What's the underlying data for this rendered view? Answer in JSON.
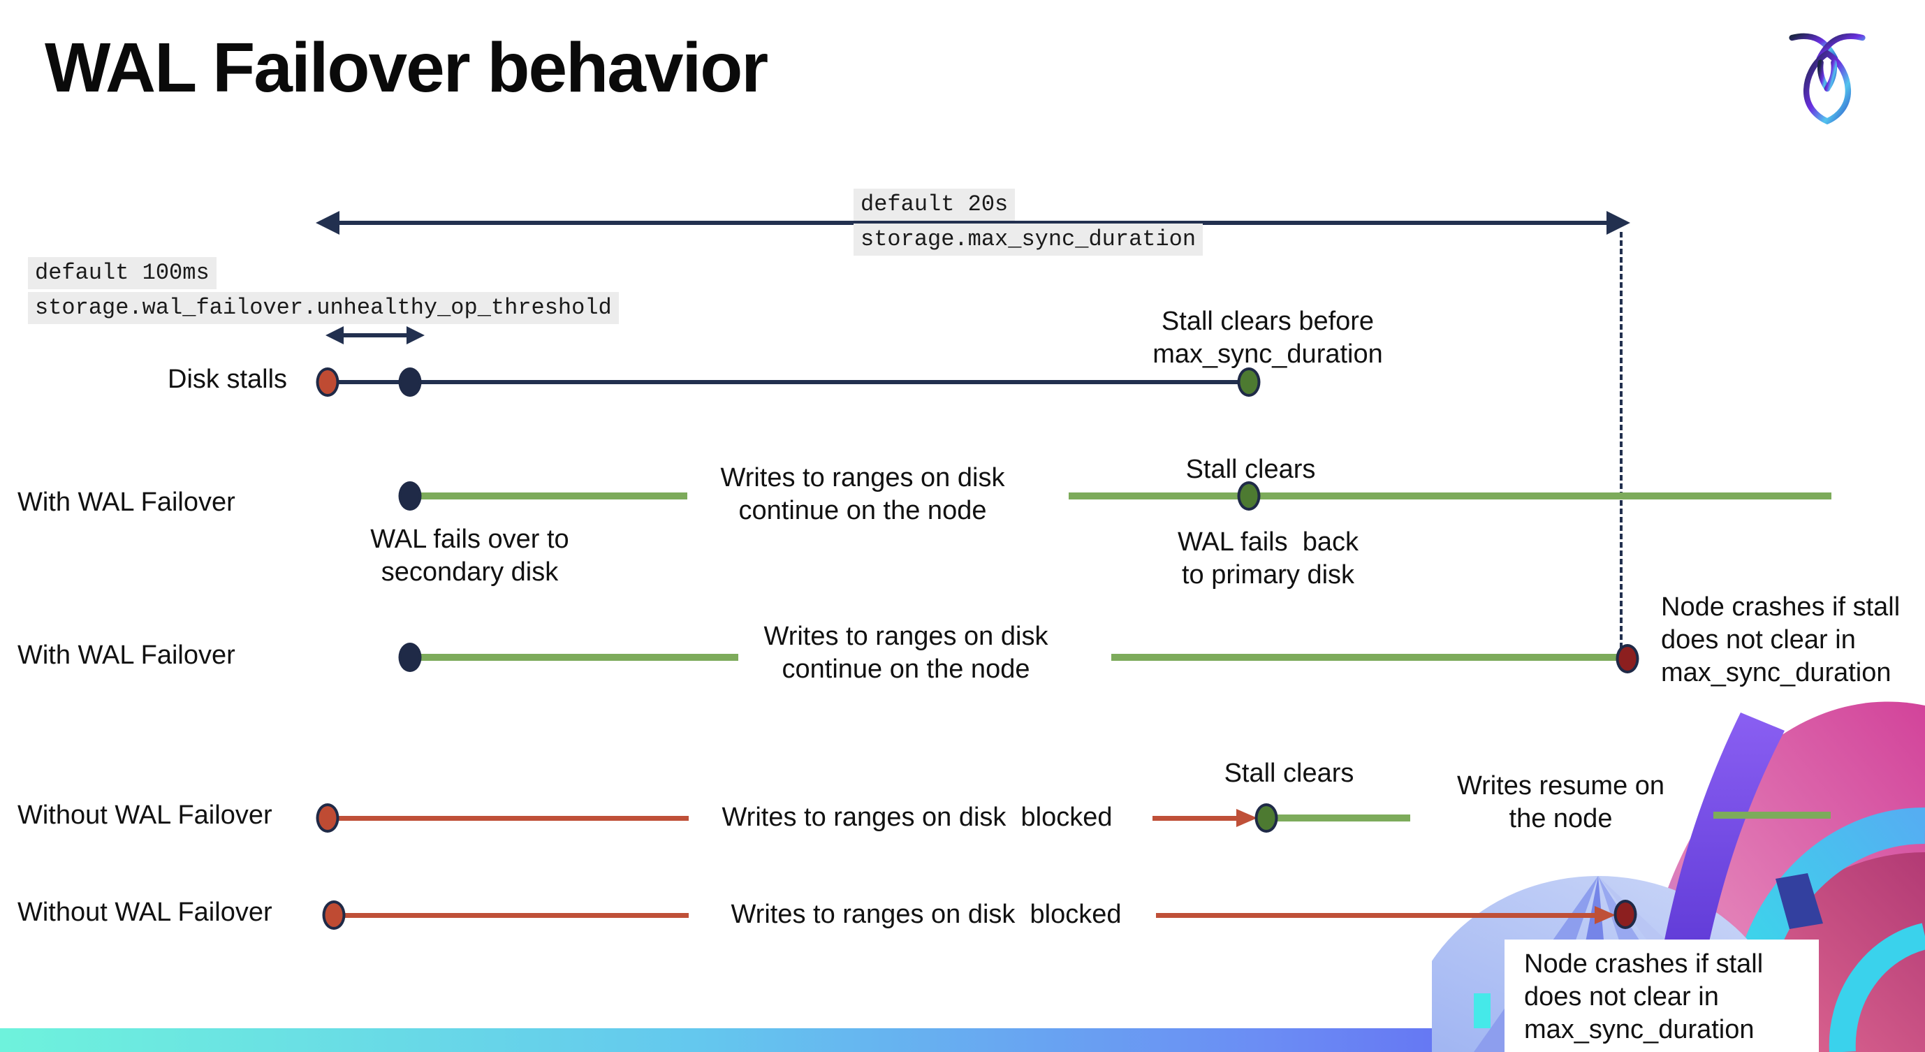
{
  "slide": {
    "title": "WAL Failover behavior"
  },
  "logo": {
    "name": "cockroachdb-logo"
  },
  "settings": {
    "max_sync_duration": {
      "default_label": "default 20s",
      "setting_name": "storage.max_sync_duration"
    },
    "unhealthy_op_threshold": {
      "default_label": "default 100ms",
      "setting_name": "storage.wal_failover.unhealthy_op_threshold"
    }
  },
  "rows": [
    {
      "label": "Disk stalls",
      "stall_note": "Stall clears before\nmax_sync_duration"
    },
    {
      "label": "With WAL Failover",
      "writes_note": "Writes to ranges on disk\ncontinue on the node",
      "stall_note": "Stall clears",
      "failover_note": "WAL fails over to\nsecondary disk",
      "failback_note": "WAL fails  back\nto primary disk"
    },
    {
      "label": "With WAL Failover",
      "writes_note": "Writes to ranges on disk\ncontinue on the node",
      "crash_note": "Node crashes if stall\ndoes not clear in\nmax_sync_duration"
    },
    {
      "label": "Without WAL Failover",
      "writes_note": "Writes to ranges on disk  blocked",
      "stall_note": "Stall clears",
      "resume_note": "Writes resume on\nthe node"
    },
    {
      "label": "Without WAL Failover",
      "writes_note": "Writes to ranges on disk  blocked",
      "crash_note": "Node crashes if stall\ndoes not clear in\nmax_sync_duration"
    }
  ],
  "colors": {
    "navy": "#22304f",
    "green_line": "#7dab5b",
    "green_dot": "#4d7a31",
    "red": "#bf5038",
    "red_dot": "#bf4b33",
    "dark_red_dot": "#8c1f1f",
    "code_background": "#ececec",
    "bottom_bar_gradient": [
      "#6ef2dc",
      "#64c8ee",
      "#6b8cf4",
      "#5b4ff0"
    ]
  }
}
